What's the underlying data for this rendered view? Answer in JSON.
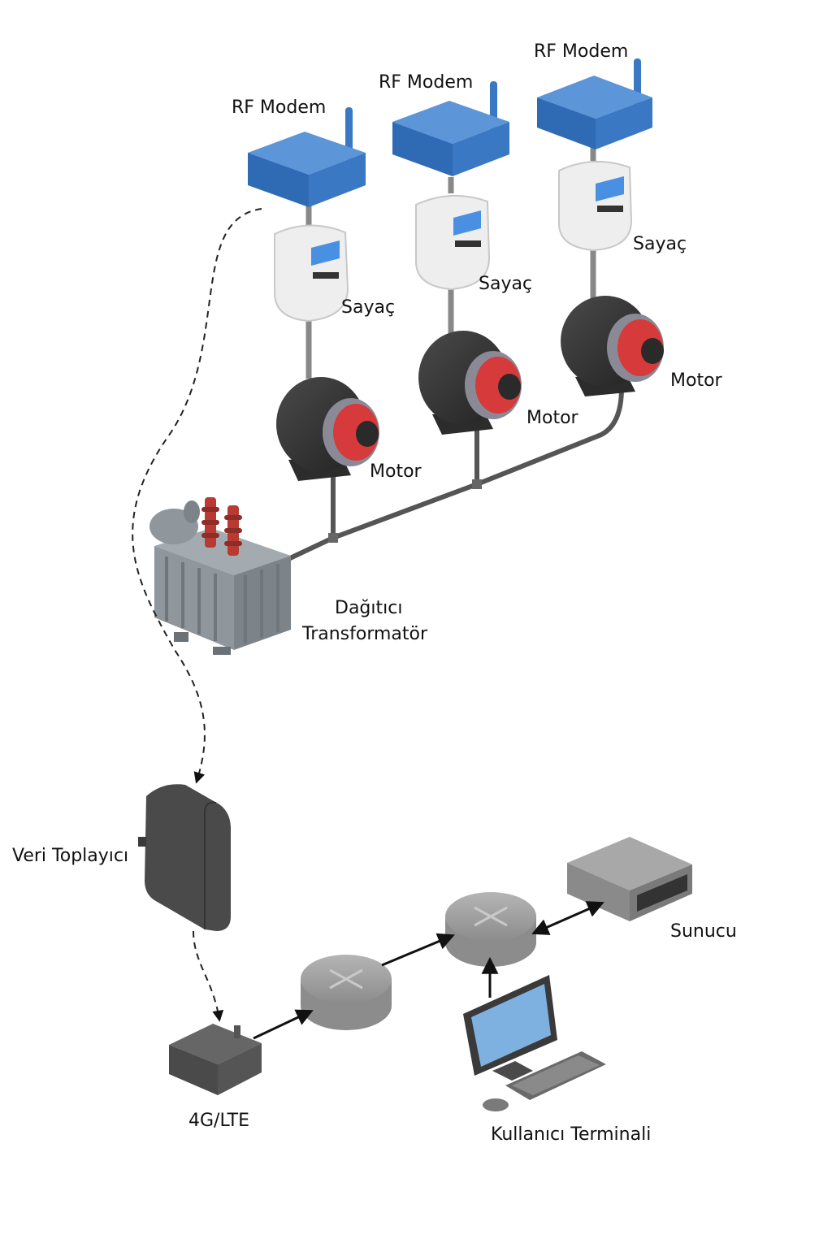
{
  "labels": {
    "rf_modem_1": "RF Modem",
    "rf_modem_2": "RF Modem",
    "rf_modem_3": "RF Modem",
    "meter_1": "Sayaç",
    "meter_2": "Sayaç",
    "meter_3": "Sayaç",
    "motor_1": "Motor",
    "motor_2": "Motor",
    "motor_3": "Motor",
    "transformer_line1": "Dağıtıcı",
    "transformer_line2": "Transformatör",
    "data_collector": "Veri Toplayıcı",
    "lte": "4G/LTE",
    "server": "Sunucu",
    "user_terminal": "Kullanıcı Terminali"
  },
  "colors": {
    "modem_blue": "#3a78c3",
    "meter_body": "#eeeeee",
    "meter_screen": "#4a90e2",
    "motor_body": "#3a3a3a",
    "motor_accent": "#d63a3a",
    "transformer": "#8f969c",
    "insulator": "#b83a32",
    "network_grey": "#9a9a9a",
    "device_dark": "#555555",
    "monitor_screen": "#7fb1e0"
  },
  "icons": {
    "modem": "rf-modem-icon",
    "meter": "electric-meter-icon",
    "motor": "electric-motor-icon",
    "transformer": "distribution-transformer-icon",
    "collector": "data-collector-icon",
    "lte": "lte-modem-icon",
    "router": "router-icon",
    "server": "server-icon",
    "terminal": "computer-terminal-icon"
  }
}
